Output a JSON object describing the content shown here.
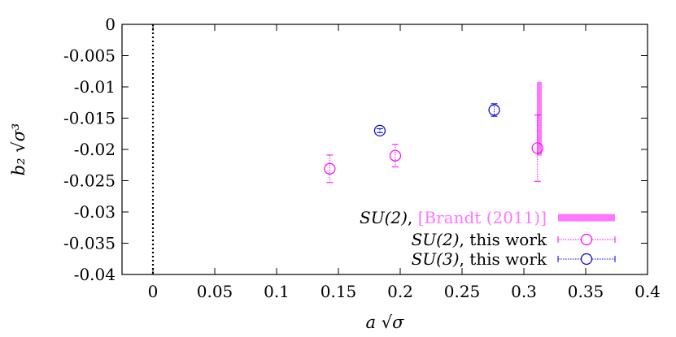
{
  "chart_data": {
    "type": "scatter",
    "title": "",
    "xlabel": "a √σ",
    "ylabel": "b₂ √σ³",
    "xlim": [
      -0.025,
      0.4
    ],
    "ylim": [
      -0.04,
      0
    ],
    "xticks": [
      {
        "v": 0,
        "label": "0"
      },
      {
        "v": 0.05,
        "label": "0.05"
      },
      {
        "v": 0.1,
        "label": "0.1"
      },
      {
        "v": 0.15,
        "label": "0.15"
      },
      {
        "v": 0.2,
        "label": "0.2"
      },
      {
        "v": 0.25,
        "label": "0.25"
      },
      {
        "v": 0.3,
        "label": "0.3"
      },
      {
        "v": 0.35,
        "label": "0.35"
      },
      {
        "v": 0.4,
        "label": "0.4"
      }
    ],
    "yticks": [
      {
        "v": 0,
        "label": "0"
      },
      {
        "v": -0.005,
        "label": "-0.005"
      },
      {
        "v": -0.01,
        "label": "-0.01"
      },
      {
        "v": -0.015,
        "label": "-0.015"
      },
      {
        "v": -0.02,
        "label": "-0.02"
      },
      {
        "v": -0.025,
        "label": "-0.025"
      },
      {
        "v": -0.03,
        "label": "-0.03"
      },
      {
        "v": -0.035,
        "label": "-0.035"
      },
      {
        "v": -0.04,
        "label": "-0.04"
      }
    ],
    "vline_x": 0,
    "grid": false,
    "legend_position": "bottom-right",
    "series": [
      {
        "key": "brandt",
        "group": "SU(2)",
        "note": "[Brandt (2011)]",
        "color": "#ff77ff",
        "kind": "band",
        "x": 0.3125,
        "ymin": -0.021,
        "ymax": -0.0092
      },
      {
        "key": "su2",
        "group": "SU(2)",
        "note": "this work",
        "color": "#ff00ff",
        "kind": "points",
        "points": [
          {
            "x": 0.143,
            "y": -0.0231,
            "yerr": 0.0022
          },
          {
            "x": 0.196,
            "y": -0.021,
            "yerr": 0.0018
          },
          {
            "x": 0.311,
            "y": -0.0198,
            "yerr": 0.0053
          }
        ]
      },
      {
        "key": "su3",
        "group": "SU(3)",
        "note": "this work",
        "color": "#0000dd",
        "kind": "points",
        "points": [
          {
            "x": 0.1835,
            "y": -0.017,
            "yerr": 0.0003
          },
          {
            "x": 0.276,
            "y": -0.0137,
            "yerr": 0.001
          }
        ]
      }
    ]
  }
}
